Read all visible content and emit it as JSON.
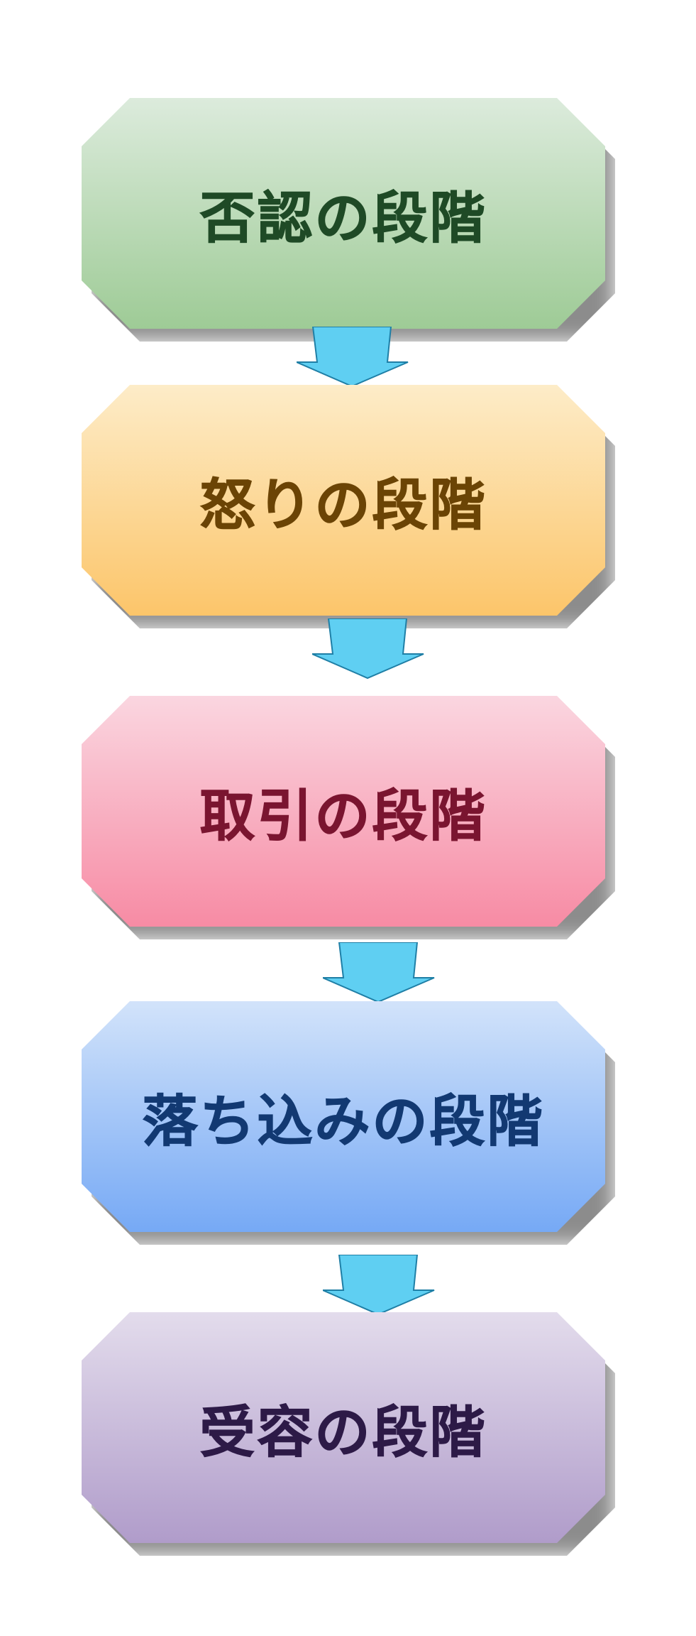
{
  "stages": [
    {
      "label": "否認の段階",
      "fill_top": "#dcebdc",
      "fill_bottom": "#9ecb96",
      "text_color": "#1f4a26"
    },
    {
      "label": "怒りの段階",
      "fill_top": "#fdecc8",
      "fill_bottom": "#fcc56a",
      "text_color": "#6b4405"
    },
    {
      "label": "取引の段階",
      "fill_top": "#fad6e0",
      "fill_bottom": "#f78ba4",
      "text_color": "#7a1530"
    },
    {
      "label": "落ち込みの段階",
      "fill_top": "#d2e3fa",
      "fill_bottom": "#76a9f5",
      "text_color": "#123972"
    },
    {
      "label": "受容の段階",
      "fill_top": "#e3dcec",
      "fill_bottom": "#b09cca",
      "text_color": "#2d1a47"
    }
  ],
  "arrow_color": "#5fcff2",
  "arrow_stroke": "#1f7fa6"
}
